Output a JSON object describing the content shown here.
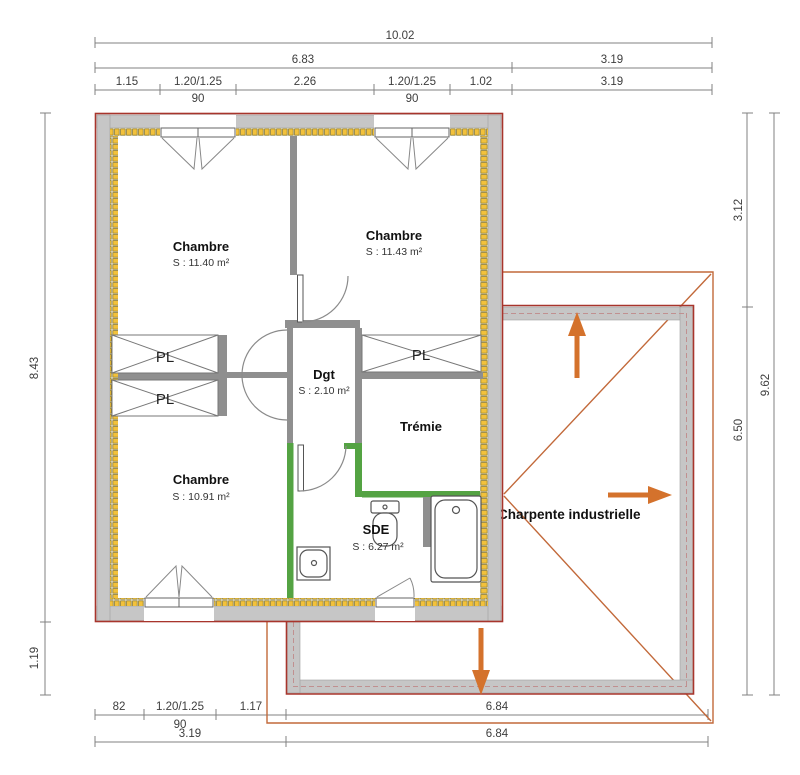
{
  "colors": {
    "wall_gray": "#c6c6c6",
    "partition_gray": "#8f8f8f",
    "outline_red": "#a8352c",
    "insulation_yellow": "#f2c13c",
    "new_wall_green": "#54a343",
    "roof_orange": "#c2693a",
    "arrow_orange": "#d4722c",
    "dimension_gray": "#808080"
  },
  "rooms": {
    "chambre_tl": {
      "name": "Chambre",
      "area": "S : 11.40 m²"
    },
    "chambre_tr": {
      "name": "Chambre",
      "area": "S : 11.43 m²"
    },
    "chambre_bl": {
      "name": "Chambre",
      "area": "S : 10.91 m²"
    },
    "dgt": {
      "name": "Dgt",
      "area": "S : 2.10 m²"
    },
    "tremie": {
      "name": "Trémie"
    },
    "sde": {
      "name": "SDE",
      "area": "S : 6.27 m²"
    }
  },
  "closet_label": "PL",
  "roof_label": "Charpente industrielle",
  "dims": {
    "top1": "10.02",
    "top2": [
      {
        "label": "6.83"
      },
      {
        "label": "3.19"
      }
    ],
    "top3": [
      {
        "label": "1.15"
      },
      {
        "label": "1.20/1.25"
      },
      {
        "label": "2.26"
      },
      {
        "label": "1.20/1.25"
      },
      {
        "label": "1.02"
      },
      {
        "label": "3.19"
      }
    ],
    "top3_sub": [
      {
        "label": "90"
      },
      {
        "label": "90"
      }
    ],
    "left": [
      {
        "label": "8.43"
      },
      {
        "label": "1.19"
      }
    ],
    "right_inner": [
      {
        "label": "3.12"
      },
      {
        "label": "6.50"
      }
    ],
    "right_outer": "9.62",
    "bottom1": [
      {
        "label": "82"
      },
      {
        "label": "1.20/1.25"
      },
      {
        "label": "1.17"
      },
      {
        "label": "6.84"
      }
    ],
    "bottom1_sub": "90",
    "bottom2": [
      {
        "label": "3.19"
      },
      {
        "label": "6.84"
      }
    ]
  }
}
